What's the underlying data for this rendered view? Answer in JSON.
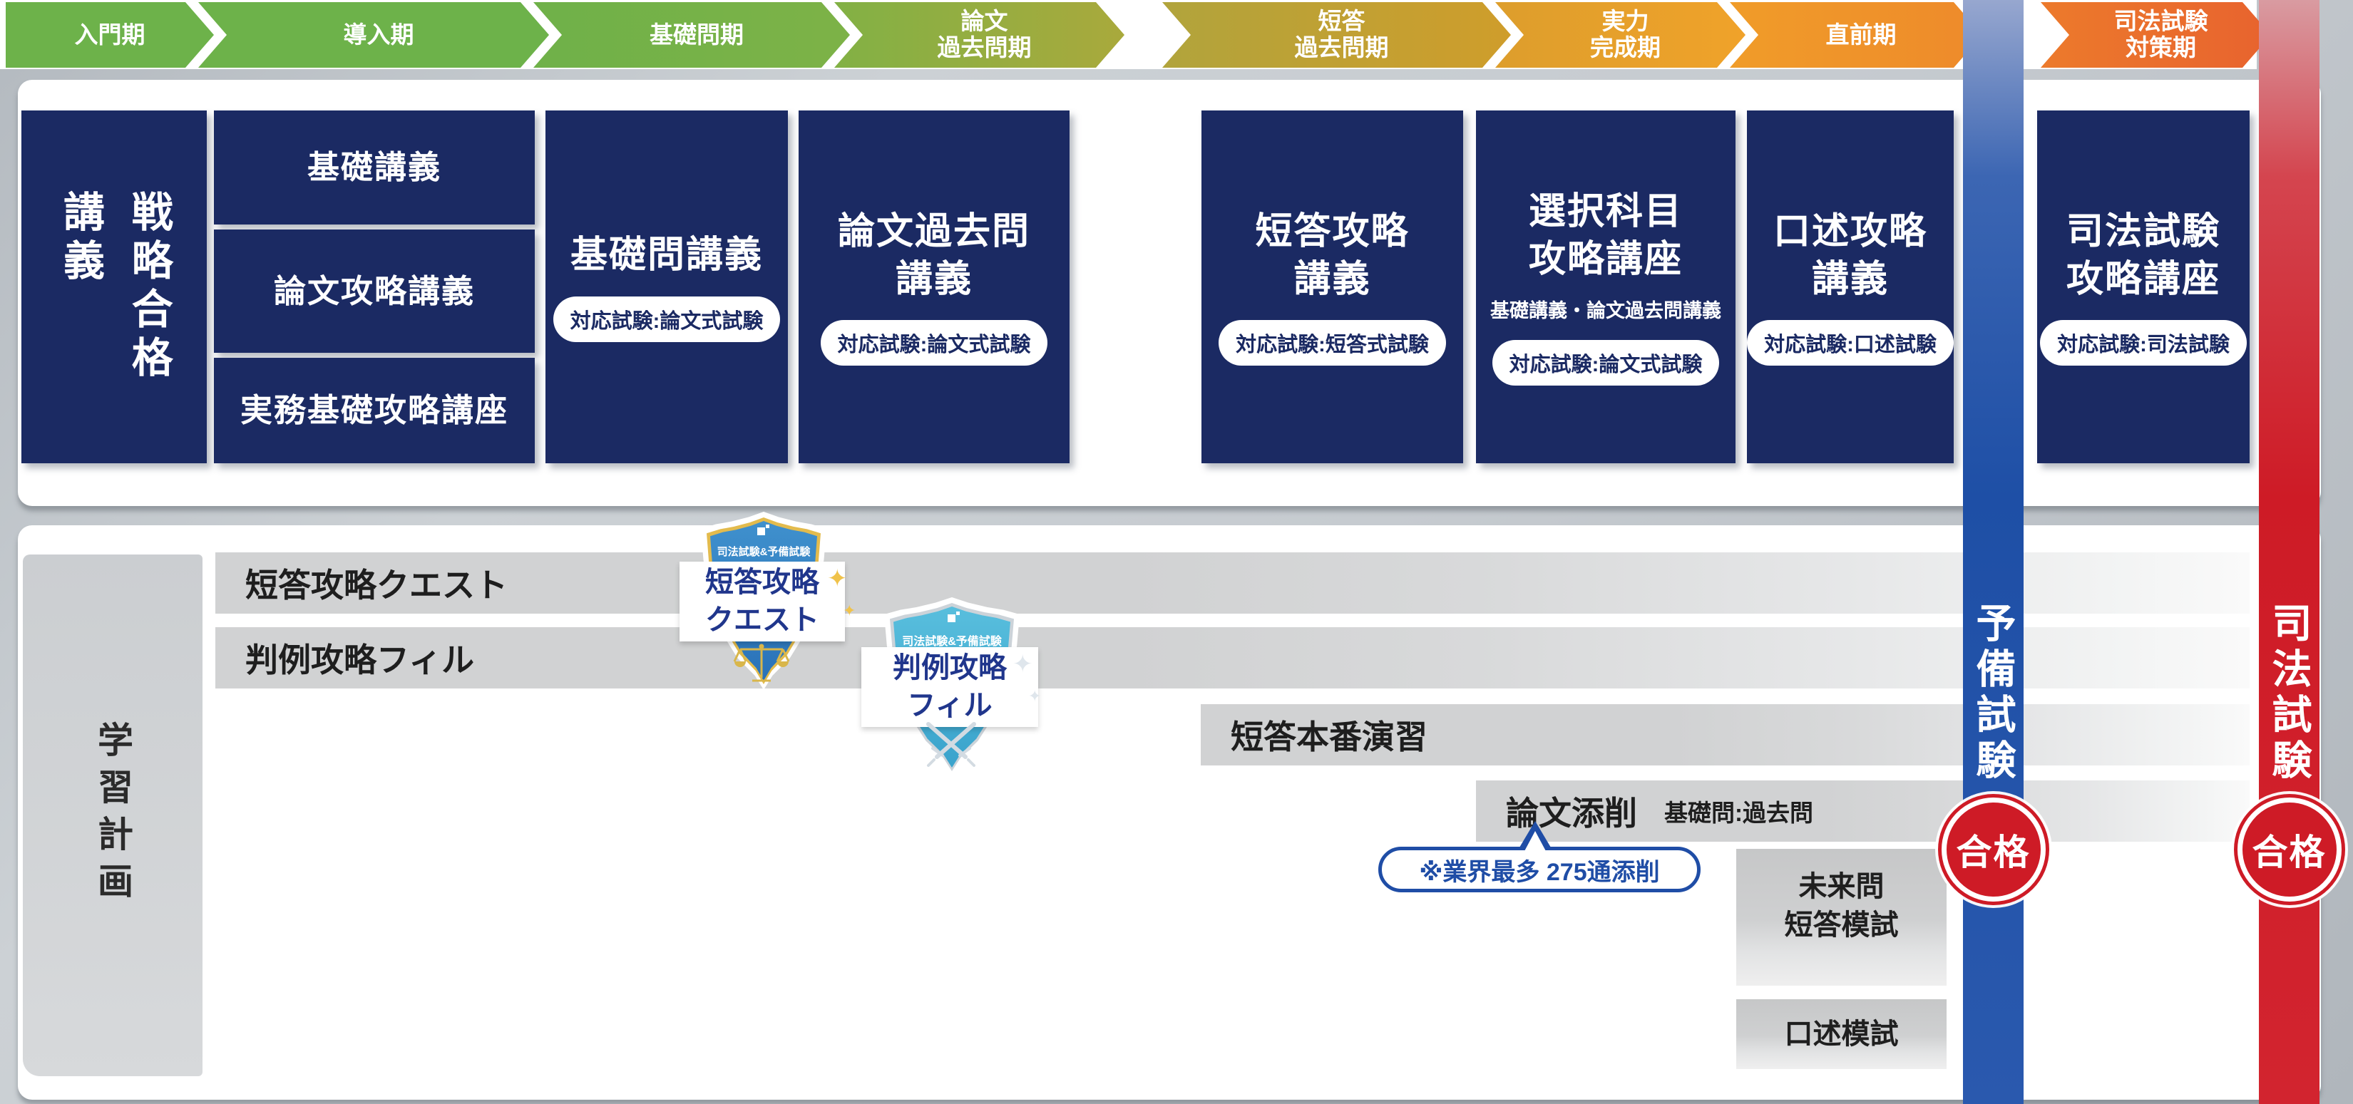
{
  "phases": [
    {
      "label": "入門期"
    },
    {
      "label": "導入期"
    },
    {
      "label": "基礎問期"
    },
    {
      "label": "論文\n過去問期"
    },
    {
      "label": "短答\n過去問期"
    },
    {
      "label": "実力\n完成期"
    },
    {
      "label": "直前期"
    },
    {
      "label": "司法試験\n対策期"
    }
  ],
  "lectures": {
    "strategy_card": {
      "title": "戦略合格\n講義"
    },
    "stack_cards": [
      {
        "title": "基礎講義"
      },
      {
        "title": "論文攻略講義"
      },
      {
        "title": "実務基礎攻略講座"
      }
    ],
    "course_cards": [
      {
        "title": "基礎問講義",
        "badge": "対応試験:論文式試験"
      },
      {
        "title": "論文過去問\n講義",
        "badge": "対応試験:論文式試験"
      },
      {
        "title": "短答攻略\n講義",
        "badge": "対応試験:短答式試験"
      },
      {
        "title": "選択科目\n攻略講座",
        "subtitle": "基礎講義・論文過去問講義",
        "badge": "対応試験:論文式試験"
      },
      {
        "title": "口述攻略\n講義",
        "badge": "対応試験:口述試験"
      },
      {
        "title": "司法試験\n攻略講座",
        "badge": "対応試験:司法試験"
      }
    ]
  },
  "plan": {
    "sidebar_label": "学習計画",
    "rows": [
      {
        "label": "短答攻略クエスト"
      },
      {
        "label": "判例攻略フィル"
      },
      {
        "label": "短答本番演習"
      },
      {
        "label": "論文添削",
        "note": "基礎問:過去問"
      }
    ],
    "callout": "※業界最多 275通添削",
    "mock_boxes": [
      {
        "label": "未来問\n短答模試"
      },
      {
        "label": "口述模試"
      }
    ]
  },
  "exam_bands": [
    {
      "name": "予備試験",
      "result": "合格",
      "color": "#1e4fa6"
    },
    {
      "name": "司法試験",
      "result": "合格",
      "color": "#ce1b26"
    }
  ],
  "badges": [
    {
      "header": "司法試験&予備試験",
      "title": "短答攻略\nクエスト",
      "icon": "scales-icon",
      "color": "#2f80c4",
      "ring": "#e3bb4d"
    },
    {
      "header": "司法試験&予備試験",
      "title": "判例攻略\nフィル",
      "icon": "swords-icon",
      "color": "#49b7d9",
      "ring": "#ccd3d9"
    }
  ],
  "sparkle_glyph": "✦",
  "colors": {
    "card_navy": "#1b2a63",
    "arrow_green": "#6db24a",
    "arrow_orange": "#ee8a2b",
    "goukaku_red": "#ce1b26",
    "callout_blue": "#1f4da6"
  }
}
